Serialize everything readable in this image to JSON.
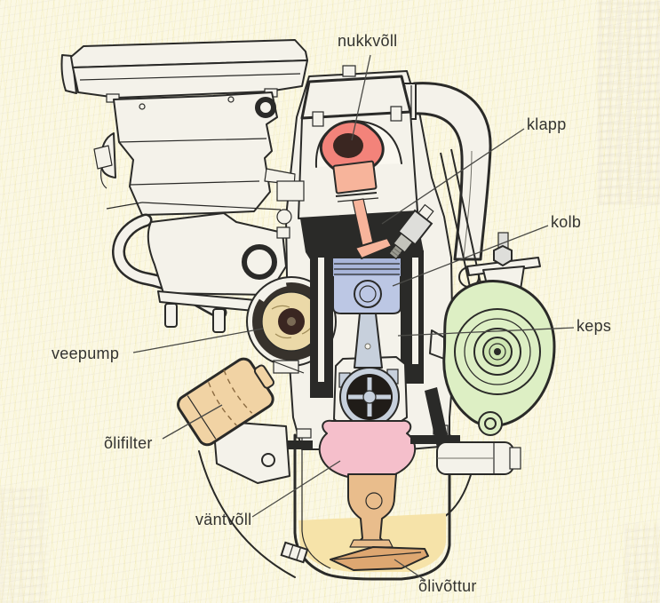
{
  "figure": {
    "type": "engine-cross-section-diagram",
    "language": "Estonian",
    "labels": [
      {
        "id": "nukkvoll",
        "text": "nukkvõll",
        "meaning": "camshaft"
      },
      {
        "id": "klapp",
        "text": "klapp",
        "meaning": "valve"
      },
      {
        "id": "kolb",
        "text": "kolb",
        "meaning": "piston"
      },
      {
        "id": "keps",
        "text": "keps",
        "meaning": "connecting rod"
      },
      {
        "id": "veepump",
        "text": "veepump",
        "meaning": "water pump"
      },
      {
        "id": "olifilter",
        "text": "õlifilter",
        "meaning": "oil filter"
      },
      {
        "id": "vantvoll",
        "text": "väntvõll",
        "meaning": "crankshaft"
      },
      {
        "id": "olivottur",
        "text": "õlivõttur",
        "meaning": "oil pick-up"
      }
    ],
    "colors": {
      "paper": "#fbf8e4",
      "paper_white": "#f4f2ea",
      "line": "#2a2a28",
      "camshaft": "#f3837a",
      "cam_center": "#3a2621",
      "valve": "#f7b49b",
      "piston": "#bcc7e4",
      "piston_band": "#a9b6da",
      "rod": "#c7d0dc",
      "crank": "#f5bfcb",
      "oil_pickup": "#e9bd8c",
      "oil_pickup_dark": "#dea771",
      "oil": "#f6e3a9",
      "oil_filter": "#f1d3a4",
      "water_pump": "#ebd9a8",
      "alternator": "#ddefc4",
      "alternator_inner": "#cfe6b2",
      "metal_gray": "#dededa",
      "label_text": "#333330"
    }
  }
}
